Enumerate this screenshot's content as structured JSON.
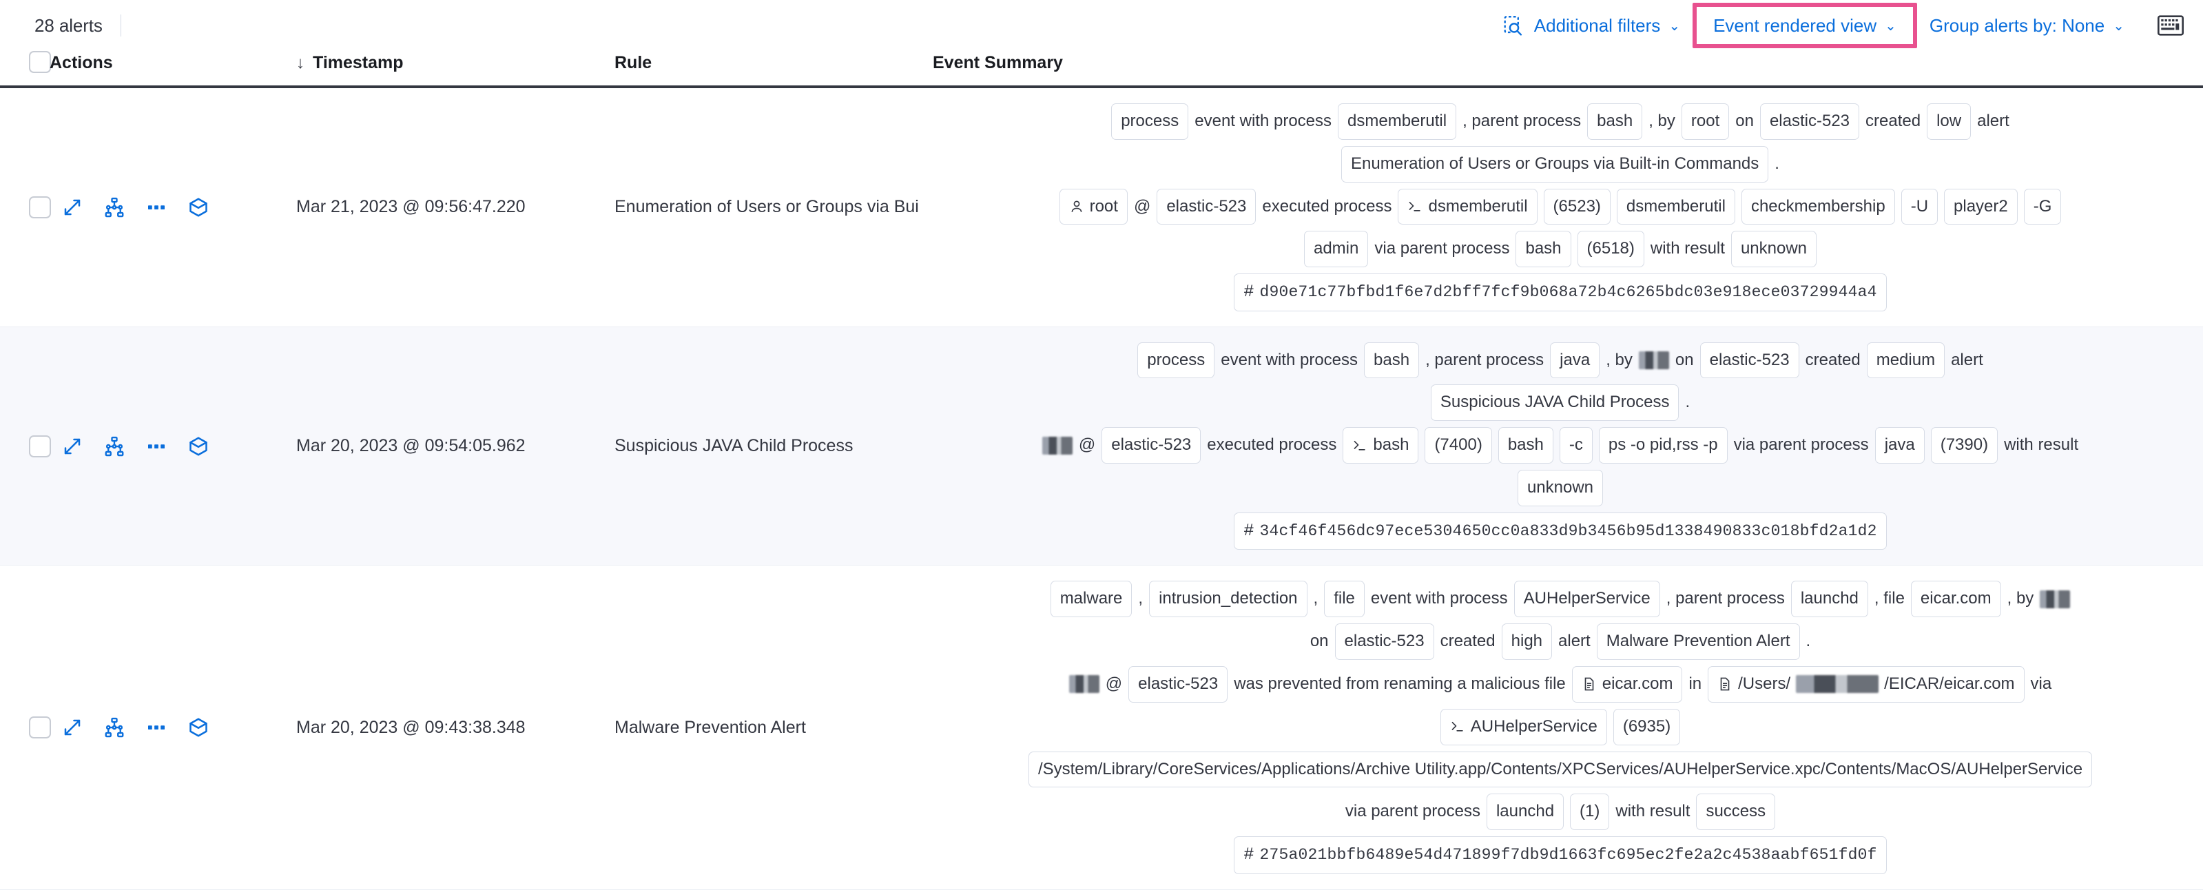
{
  "toolbar": {
    "alert_count": "28 alerts",
    "inspect_icon": "inspect-search-icon",
    "additional_filters": "Additional filters",
    "event_rendered_view": "Event rendered view",
    "group_alerts_by": "Group alerts by: None",
    "keyboard_icon": "keyboard-icon",
    "chevron": "⌄",
    "highlight_color": "#e8518f",
    "link_color": "#0a6edc"
  },
  "table": {
    "headers": {
      "actions": "Actions",
      "timestamp": "Timestamp",
      "rule": "Rule",
      "event_summary": "Event Summary",
      "sort_arrow": "↓"
    },
    "rows": [
      {
        "timestamp": "Mar 21, 2023 @ 09:56:47.220",
        "rule": "Enumeration of Users or Groups via Bui",
        "summary": [
          [
            {
              "t": "chip",
              "v": "process"
            },
            {
              "t": "txt",
              "v": "event with process"
            },
            {
              "t": "chip",
              "v": "dsmemberutil"
            },
            {
              "t": "txt",
              "v": ", parent process"
            },
            {
              "t": "chip",
              "v": "bash"
            },
            {
              "t": "txt",
              "v": ", by"
            },
            {
              "t": "chip",
              "v": "root"
            },
            {
              "t": "txt",
              "v": "on"
            },
            {
              "t": "chip",
              "v": "elastic-523"
            },
            {
              "t": "txt",
              "v": "created"
            },
            {
              "t": "chip",
              "v": "low"
            },
            {
              "t": "txt",
              "v": "alert"
            }
          ],
          [
            {
              "t": "chip",
              "v": "Enumeration of Users or Groups via Built-in Commands"
            },
            {
              "t": "txt",
              "v": "."
            }
          ],
          [
            {
              "t": "chip",
              "v": "root",
              "icon": "user-icon"
            },
            {
              "t": "txt",
              "v": "@"
            },
            {
              "t": "chip",
              "v": "elastic-523"
            },
            {
              "t": "txt",
              "v": "executed process"
            },
            {
              "t": "chip",
              "v": "dsmemberutil",
              "icon": "console-icon"
            },
            {
              "t": "chip",
              "v": "(6523)"
            },
            {
              "t": "chip",
              "v": "dsmemberutil"
            },
            {
              "t": "chip",
              "v": "checkmembership"
            },
            {
              "t": "chip",
              "v": "-U"
            },
            {
              "t": "chip",
              "v": "player2"
            },
            {
              "t": "chip",
              "v": "-G"
            }
          ],
          [
            {
              "t": "chip",
              "v": "admin"
            },
            {
              "t": "txt",
              "v": "via parent process"
            },
            {
              "t": "chip",
              "v": "bash"
            },
            {
              "t": "chip",
              "v": "(6518)"
            },
            {
              "t": "txt",
              "v": "with result"
            },
            {
              "t": "chip",
              "v": "unknown"
            }
          ],
          [
            {
              "t": "hash",
              "v": "d90e71c77bfbd1f6e7d2bff7fcf9b068a72b4c6265bdc03e918ece03729944a4"
            }
          ]
        ]
      },
      {
        "timestamp": "Mar 20, 2023 @ 09:54:05.962",
        "rule": "Suspicious JAVA Child Process",
        "striped": true,
        "summary": [
          [
            {
              "t": "chip",
              "v": "process"
            },
            {
              "t": "txt",
              "v": "event with process"
            },
            {
              "t": "chip",
              "v": "bash"
            },
            {
              "t": "txt",
              "v": ", parent process"
            },
            {
              "t": "chip",
              "v": "java"
            },
            {
              "t": "txt",
              "v": ", by"
            },
            {
              "t": "redacted",
              "v": ""
            },
            {
              "t": "txt",
              "v": "on"
            },
            {
              "t": "chip",
              "v": "elastic-523"
            },
            {
              "t": "txt",
              "v": "created"
            },
            {
              "t": "chip",
              "v": "medium"
            },
            {
              "t": "txt",
              "v": "alert"
            }
          ],
          [
            {
              "t": "chip",
              "v": "Suspicious JAVA Child Process"
            },
            {
              "t": "txt",
              "v": "."
            }
          ],
          [
            {
              "t": "redacted",
              "v": ""
            },
            {
              "t": "txt",
              "v": "@"
            },
            {
              "t": "chip",
              "v": "elastic-523"
            },
            {
              "t": "txt",
              "v": "executed process"
            },
            {
              "t": "chip",
              "v": "bash",
              "icon": "console-icon"
            },
            {
              "t": "chip",
              "v": "(7400)"
            },
            {
              "t": "chip",
              "v": "bash"
            },
            {
              "t": "chip",
              "v": "-c"
            },
            {
              "t": "chip",
              "v": "ps -o pid,rss -p"
            },
            {
              "t": "txt",
              "v": "via parent process"
            },
            {
              "t": "chip",
              "v": "java"
            },
            {
              "t": "chip",
              "v": "(7390)"
            },
            {
              "t": "txt",
              "v": "with result"
            }
          ],
          [
            {
              "t": "chip",
              "v": "unknown"
            }
          ],
          [
            {
              "t": "hash",
              "v": "34cf46f456dc97ece5304650cc0a833d9b3456b95d1338490833c018bfd2a1d2"
            }
          ]
        ]
      },
      {
        "timestamp": "Mar 20, 2023 @ 09:43:38.348",
        "rule": "Malware Prevention Alert",
        "summary": [
          [
            {
              "t": "chip",
              "v": "malware"
            },
            {
              "t": "txt",
              "v": ","
            },
            {
              "t": "chip",
              "v": "intrusion_detection"
            },
            {
              "t": "txt",
              "v": ","
            },
            {
              "t": "chip",
              "v": "file"
            },
            {
              "t": "txt",
              "v": "event with process"
            },
            {
              "t": "chip",
              "v": "AUHelperService"
            },
            {
              "t": "txt",
              "v": ", parent process"
            },
            {
              "t": "chip",
              "v": "launchd"
            },
            {
              "t": "txt",
              "v": ", file"
            },
            {
              "t": "chip",
              "v": "eicar.com"
            },
            {
              "t": "txt",
              "v": ", by"
            },
            {
              "t": "redacted",
              "v": ""
            }
          ],
          [
            {
              "t": "txt",
              "v": "on"
            },
            {
              "t": "chip",
              "v": "elastic-523"
            },
            {
              "t": "txt",
              "v": "created"
            },
            {
              "t": "chip",
              "v": "high"
            },
            {
              "t": "txt",
              "v": "alert"
            },
            {
              "t": "chip",
              "v": "Malware Prevention Alert"
            },
            {
              "t": "txt",
              "v": "."
            }
          ],
          [
            {
              "t": "redacted",
              "v": ""
            },
            {
              "t": "txt",
              "v": "@"
            },
            {
              "t": "chip",
              "v": "elastic-523"
            },
            {
              "t": "txt",
              "v": "was prevented from renaming a malicious file"
            },
            {
              "t": "chip",
              "v": "eicar.com",
              "icon": "file-icon"
            },
            {
              "t": "txt",
              "v": "in"
            },
            {
              "t": "chip-redacted",
              "v": "/Users/",
              "v2": "/EICAR/eicar.com",
              "icon": "file-icon"
            },
            {
              "t": "txt",
              "v": "via"
            }
          ],
          [
            {
              "t": "chip",
              "v": "AUHelperService",
              "icon": "console-icon"
            },
            {
              "t": "chip",
              "v": "(6935)"
            }
          ],
          [
            {
              "t": "chip",
              "v": "/System/Library/CoreServices/Applications/Archive Utility.app/Contents/XPCServices/AUHelperService.xpc/Contents/MacOS/AUHelperService",
              "cls": "path"
            }
          ],
          [
            {
              "t": "txt",
              "v": "via parent process"
            },
            {
              "t": "chip",
              "v": "launchd"
            },
            {
              "t": "chip",
              "v": "(1)"
            },
            {
              "t": "txt",
              "v": "with result"
            },
            {
              "t": "chip",
              "v": "success"
            }
          ],
          [
            {
              "t": "hash",
              "v": "275a021bbfb6489e54d471899f7db9d1663fc695ec2fe2a2c4538aabf651fd0f"
            }
          ]
        ]
      }
    ],
    "row_action_icons": [
      "expand-icon",
      "analyzer-graph-icon",
      "more-options-icon",
      "session-cube-icon"
    ]
  }
}
